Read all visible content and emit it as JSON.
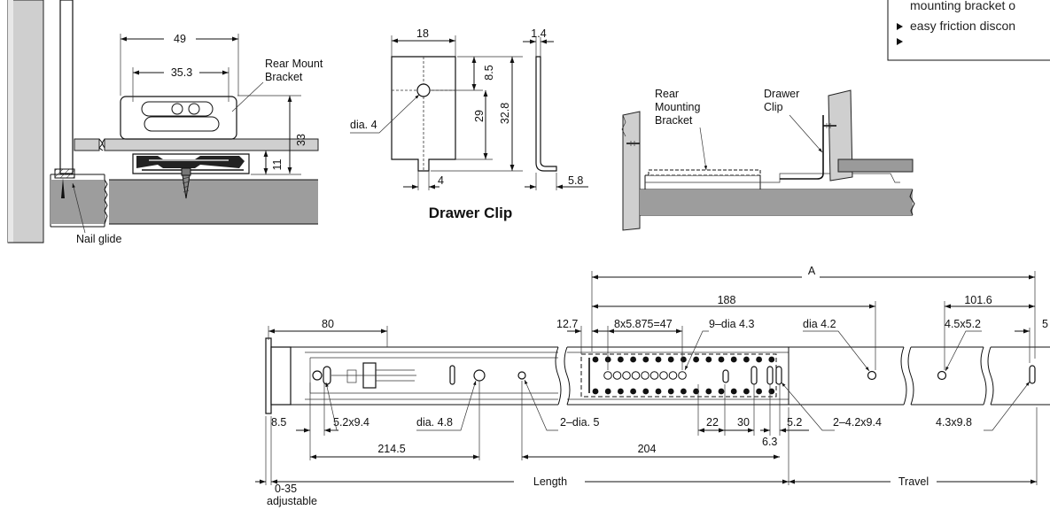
{
  "features_box": {
    "items": [
      "mounting bracket o",
      "easy friction discon"
    ]
  },
  "view_rear_mount": {
    "dims": {
      "w49": "49",
      "w353": "35.3",
      "h33": "33",
      "h11": "11"
    },
    "labels": {
      "rear_mount_bracket_l1": "Rear Mount",
      "rear_mount_bracket_l2": "Bracket",
      "nail_glide": "Nail glide"
    }
  },
  "view_drawer_clip": {
    "title": "Drawer Clip",
    "dims": {
      "w18": "18",
      "t14": "1.4",
      "d85": "8.5",
      "h29": "29",
      "h328": "32.8",
      "dia4": "dia. 4",
      "w4": "4",
      "w58": "5.8"
    }
  },
  "view_section": {
    "labels": {
      "rear_l1": "Rear",
      "rear_l2": "Mounting",
      "rear_l3": "Bracket",
      "clip_l1": "Drawer",
      "clip_l2": "Clip"
    }
  },
  "view_slide": {
    "dims": {
      "A": "A",
      "d188": "188",
      "d1016": "101.6",
      "d5": "5",
      "d80": "80",
      "d127": "12.7",
      "holes": "8x5.875=47",
      "dia43": "9–dia 4.3",
      "dia42": "dia 4.2",
      "d4552": "4.5x5.2",
      "d85": "8.5",
      "d5294": "5.2x9.4",
      "dia48": "dia. 4.8",
      "dia5": "2–dia. 5",
      "d22": "22",
      "d30": "30",
      "d52": "5.2",
      "d4294": "2–4.2x9.4",
      "d4398": "4.3x9.8",
      "d63": "6.3",
      "d2145": "214.5",
      "d204": "204",
      "adj_l1": "0-35",
      "adj_l2": "adjustable",
      "length": "Length",
      "travel": "Travel"
    }
  }
}
